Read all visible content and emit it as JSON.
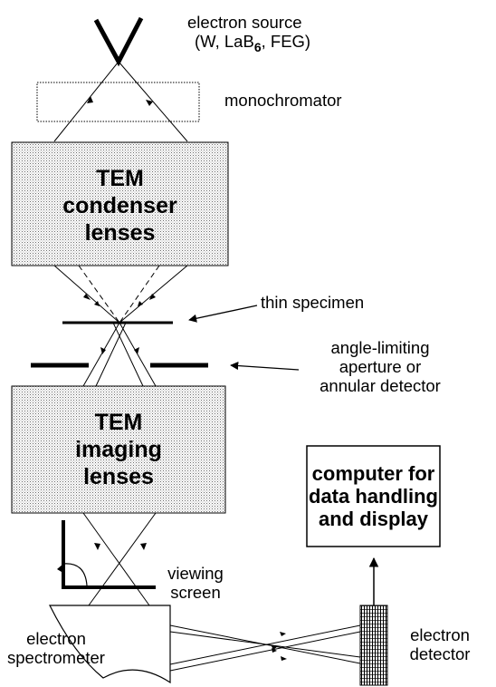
{
  "labels": {
    "source_line1": "electron source",
    "source_line2_a": "(W, LaB",
    "source_line2_sub": "6",
    "source_line2_b": ", FEG)",
    "monochromator": "monochromator",
    "condenser": [
      "TEM",
      "condenser",
      "lenses"
    ],
    "specimen": "thin specimen",
    "aperture": [
      "angle-limiting",
      "aperture or",
      "annular detector"
    ],
    "imaging": [
      "TEM",
      "imaging",
      "lenses"
    ],
    "computer": [
      "computer for",
      "data handling",
      "and display"
    ],
    "viewing_screen": [
      "viewing",
      "screen"
    ],
    "spectrometer": [
      "electron",
      "spectrometer"
    ],
    "detector": [
      "electron",
      "detector"
    ]
  },
  "colors": {
    "ink": "#000000",
    "background": "#ffffff",
    "stipple": "#808080"
  }
}
